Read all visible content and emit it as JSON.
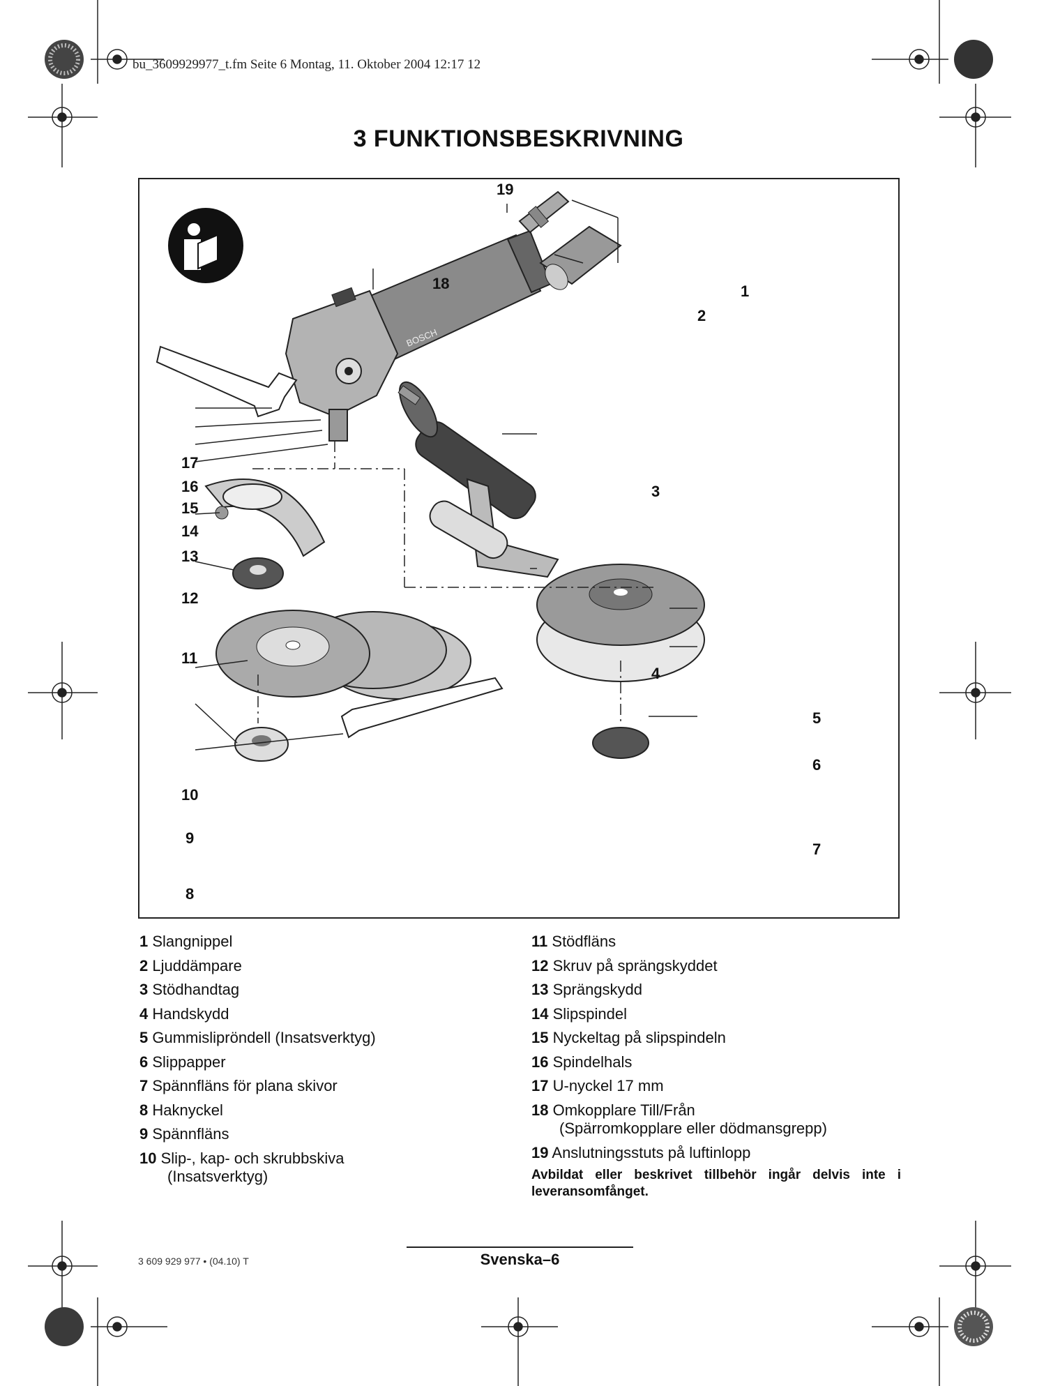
{
  "header": {
    "file_line": "bu_3609929977_t.fm  Seite 6  Montag, 11. Oktober 2004  12:17 12"
  },
  "title": "3  FUNKTIONSBESKRIVNING",
  "figure": {
    "callouts": [
      "19",
      "18",
      "1",
      "2",
      "3",
      "17",
      "16",
      "15",
      "14",
      "13",
      "12",
      "11",
      "4",
      "5",
      "6",
      "10",
      "9",
      "7",
      "8"
    ],
    "brand_mark": "BOSCH"
  },
  "legend_left": [
    {
      "num": "1",
      "text": "Slangnippel"
    },
    {
      "num": "2",
      "text": "Ljuddämpare"
    },
    {
      "num": "3",
      "text": "Stödhandtag"
    },
    {
      "num": "4",
      "text": "Handskydd"
    },
    {
      "num": "5",
      "text": "Gummislipröndell (Insatsverktyg)"
    },
    {
      "num": "6",
      "text": "Slippapper"
    },
    {
      "num": "7",
      "text": "Spännfläns för plana skivor"
    },
    {
      "num": "8",
      "text": "Haknyckel"
    },
    {
      "num": "9",
      "text": "Spännfläns"
    },
    {
      "num": "10",
      "text": "Slip-, kap- och skrubbskiva",
      "cont": "(Insatsverktyg)"
    }
  ],
  "legend_right": [
    {
      "num": "11",
      "text": "Stödfläns"
    },
    {
      "num": "12",
      "text": "Skruv på sprängskyddet"
    },
    {
      "num": "13",
      "text": "Sprängskydd"
    },
    {
      "num": "14",
      "text": "Slipspindel"
    },
    {
      "num": "15",
      "text": "Nyckeltag på slipspindeln"
    },
    {
      "num": "16",
      "text": "Spindelhals"
    },
    {
      "num": "17",
      "text": "U-nyckel 17 mm"
    },
    {
      "num": "18",
      "text": "Omkopplare Till/Från",
      "cont": "(Spärromkopplare eller dödmansgrepp)"
    },
    {
      "num": "19",
      "text": "Anslutningsstuts på luftinlopp"
    }
  ],
  "note": "Avbildat eller beskrivet tillbehör ingår delvis inte i leveransomfånget.",
  "footer": {
    "code": "3 609 929 977 • (04.10) T",
    "page": "Svenska–6"
  }
}
